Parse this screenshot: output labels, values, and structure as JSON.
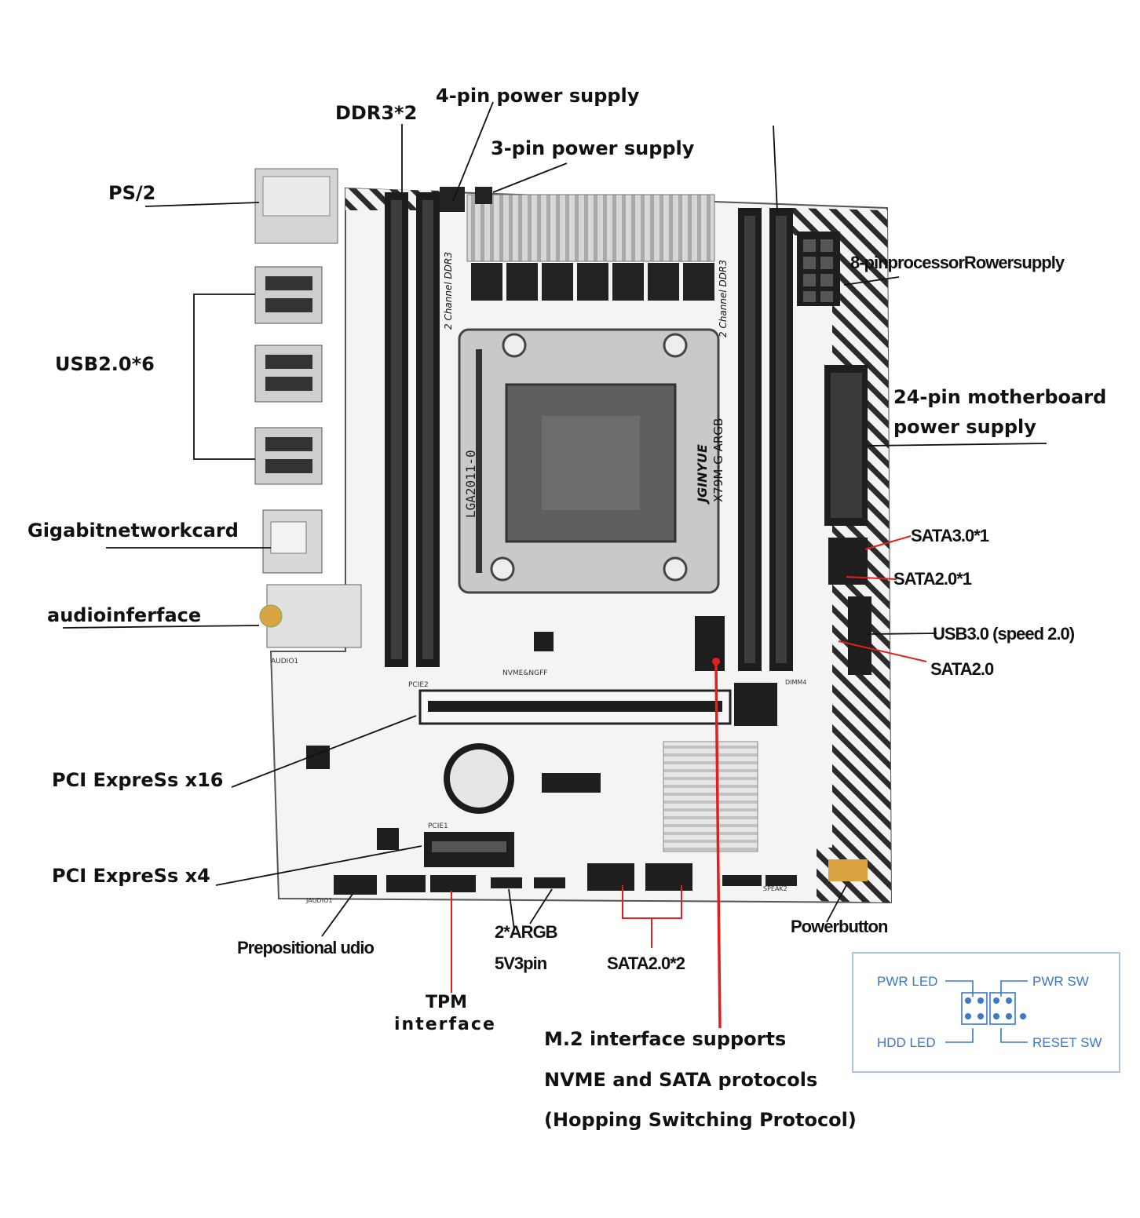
{
  "board": {
    "model": "X79M-G ARGB",
    "brand": "JGINYUE",
    "socket": "LGA2011-0",
    "ram_silk_left": "2 Channel DDR3",
    "ram_silk_right": "2 Channel DDR3",
    "m2_silk": "NVME&NGFF",
    "pcie2_silk": "PCIE2",
    "pcie1_silk": "PCIE1",
    "audio_silk": "AUDIO1",
    "jaudio_silk": "JAUDIO1",
    "ram_slot_silk": "DIMM4",
    "speaker_silk": "SPEAK2"
  },
  "labels": {
    "ddr3": "DDR3*2",
    "pin4": "4-pin power supply",
    "pin3": "3-pin power supply",
    "ps2": "PS/2",
    "usb2": "USB2.0*6",
    "pin8": "8-pinprocessorRowersupply",
    "pin24_line1": "24-pin motherboard",
    "pin24_line2": "power supply",
    "sata3": "SATA3.0*1",
    "sata2_1": "SATA2.0*1",
    "usb3": "USB3.0 (speed 2.0)",
    "sata2": "SATA2.0",
    "network": "Gigabitnetworkcard",
    "audio": "audioinferface",
    "pcie16": "PCI ExpreSs x16",
    "pcie4": "PCI ExpreSs x4",
    "prepositional": "Prepositional udio",
    "tpm_line1": "TPM",
    "tpm_line2": "interface",
    "argb_line1": "2*ARGB",
    "argb_line2": "5V3pin",
    "sata2x2": "SATA2.0*2",
    "powerbutton": "Powerbutton",
    "m2_line1": "M.2 interface supports",
    "m2_line2": "NVME and SATA protocols",
    "m2_line3": "(Hopping Switching Protocol)"
  },
  "panel": {
    "pwr_led": "PWR LED",
    "pwr_sw": "PWR SW",
    "hdd_led": "HDD  LED",
    "reset_sw": "RESET SW"
  },
  "colors": {
    "leader_black": "#111111",
    "leader_red": "#e02020",
    "panel_blue": "#3a78c8",
    "panel_border": "#a9c2de",
    "stripe_dark": "#2b2b2b"
  }
}
